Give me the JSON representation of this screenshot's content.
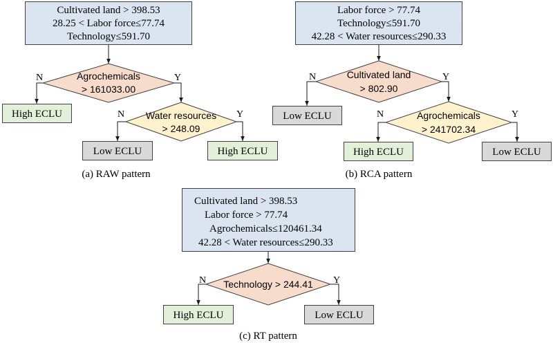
{
  "colors": {
    "condition_box": "#dbe5f1",
    "split_primary": "#f8dccb",
    "split_secondary": "#fff2cc",
    "high_eclu_box": "#e2efd9",
    "low_eclu_box": "#d9d9d9"
  },
  "panels": {
    "raw": {
      "caption": "(a) RAW pattern",
      "conditions": [
        "Cultivated land > 398.53",
        "28.25 < Labor force≤77.74",
        "Technology≤591.70"
      ],
      "splits": [
        {
          "lines": [
            "Agrochemicals",
            "> 161033.00"
          ],
          "no_label": "N",
          "yes_label": "Y",
          "no_outcome": "High ECLU"
        },
        {
          "lines": [
            "Water resources",
            "> 248.09"
          ],
          "no_label": "N",
          "yes_label": "Y",
          "no_outcome": "Low ECLU",
          "yes_outcome": "High ECLU"
        }
      ]
    },
    "rca": {
      "caption": "(b) RCA pattern",
      "conditions": [
        "Labor force > 77.74",
        "Technology≤591.70",
        "42.28 < Water resources≤290.33"
      ],
      "splits": [
        {
          "lines": [
            "Cultivated land",
            "> 802.90"
          ],
          "no_label": "N",
          "yes_label": "Y",
          "no_outcome": "Low ECLU"
        },
        {
          "lines": [
            "Agrochemicals",
            "> 241702.34"
          ],
          "no_label": "N",
          "yes_label": "Y",
          "no_outcome": "High ECLU",
          "yes_outcome": "Low ECLU"
        }
      ]
    },
    "rt": {
      "caption": "(c) RT pattern",
      "conditions": [
        "Cultivated land > 398.53",
        "Labor force > 77.74",
        "Agrochemicals≤120461.34",
        "42.28 < Water resources≤290.33"
      ],
      "splits": [
        {
          "lines": [
            "Technology > 244.41"
          ],
          "no_label": "N",
          "yes_label": "Y",
          "no_outcome": "High ECLU",
          "yes_outcome": "Low ECLU"
        }
      ]
    }
  }
}
